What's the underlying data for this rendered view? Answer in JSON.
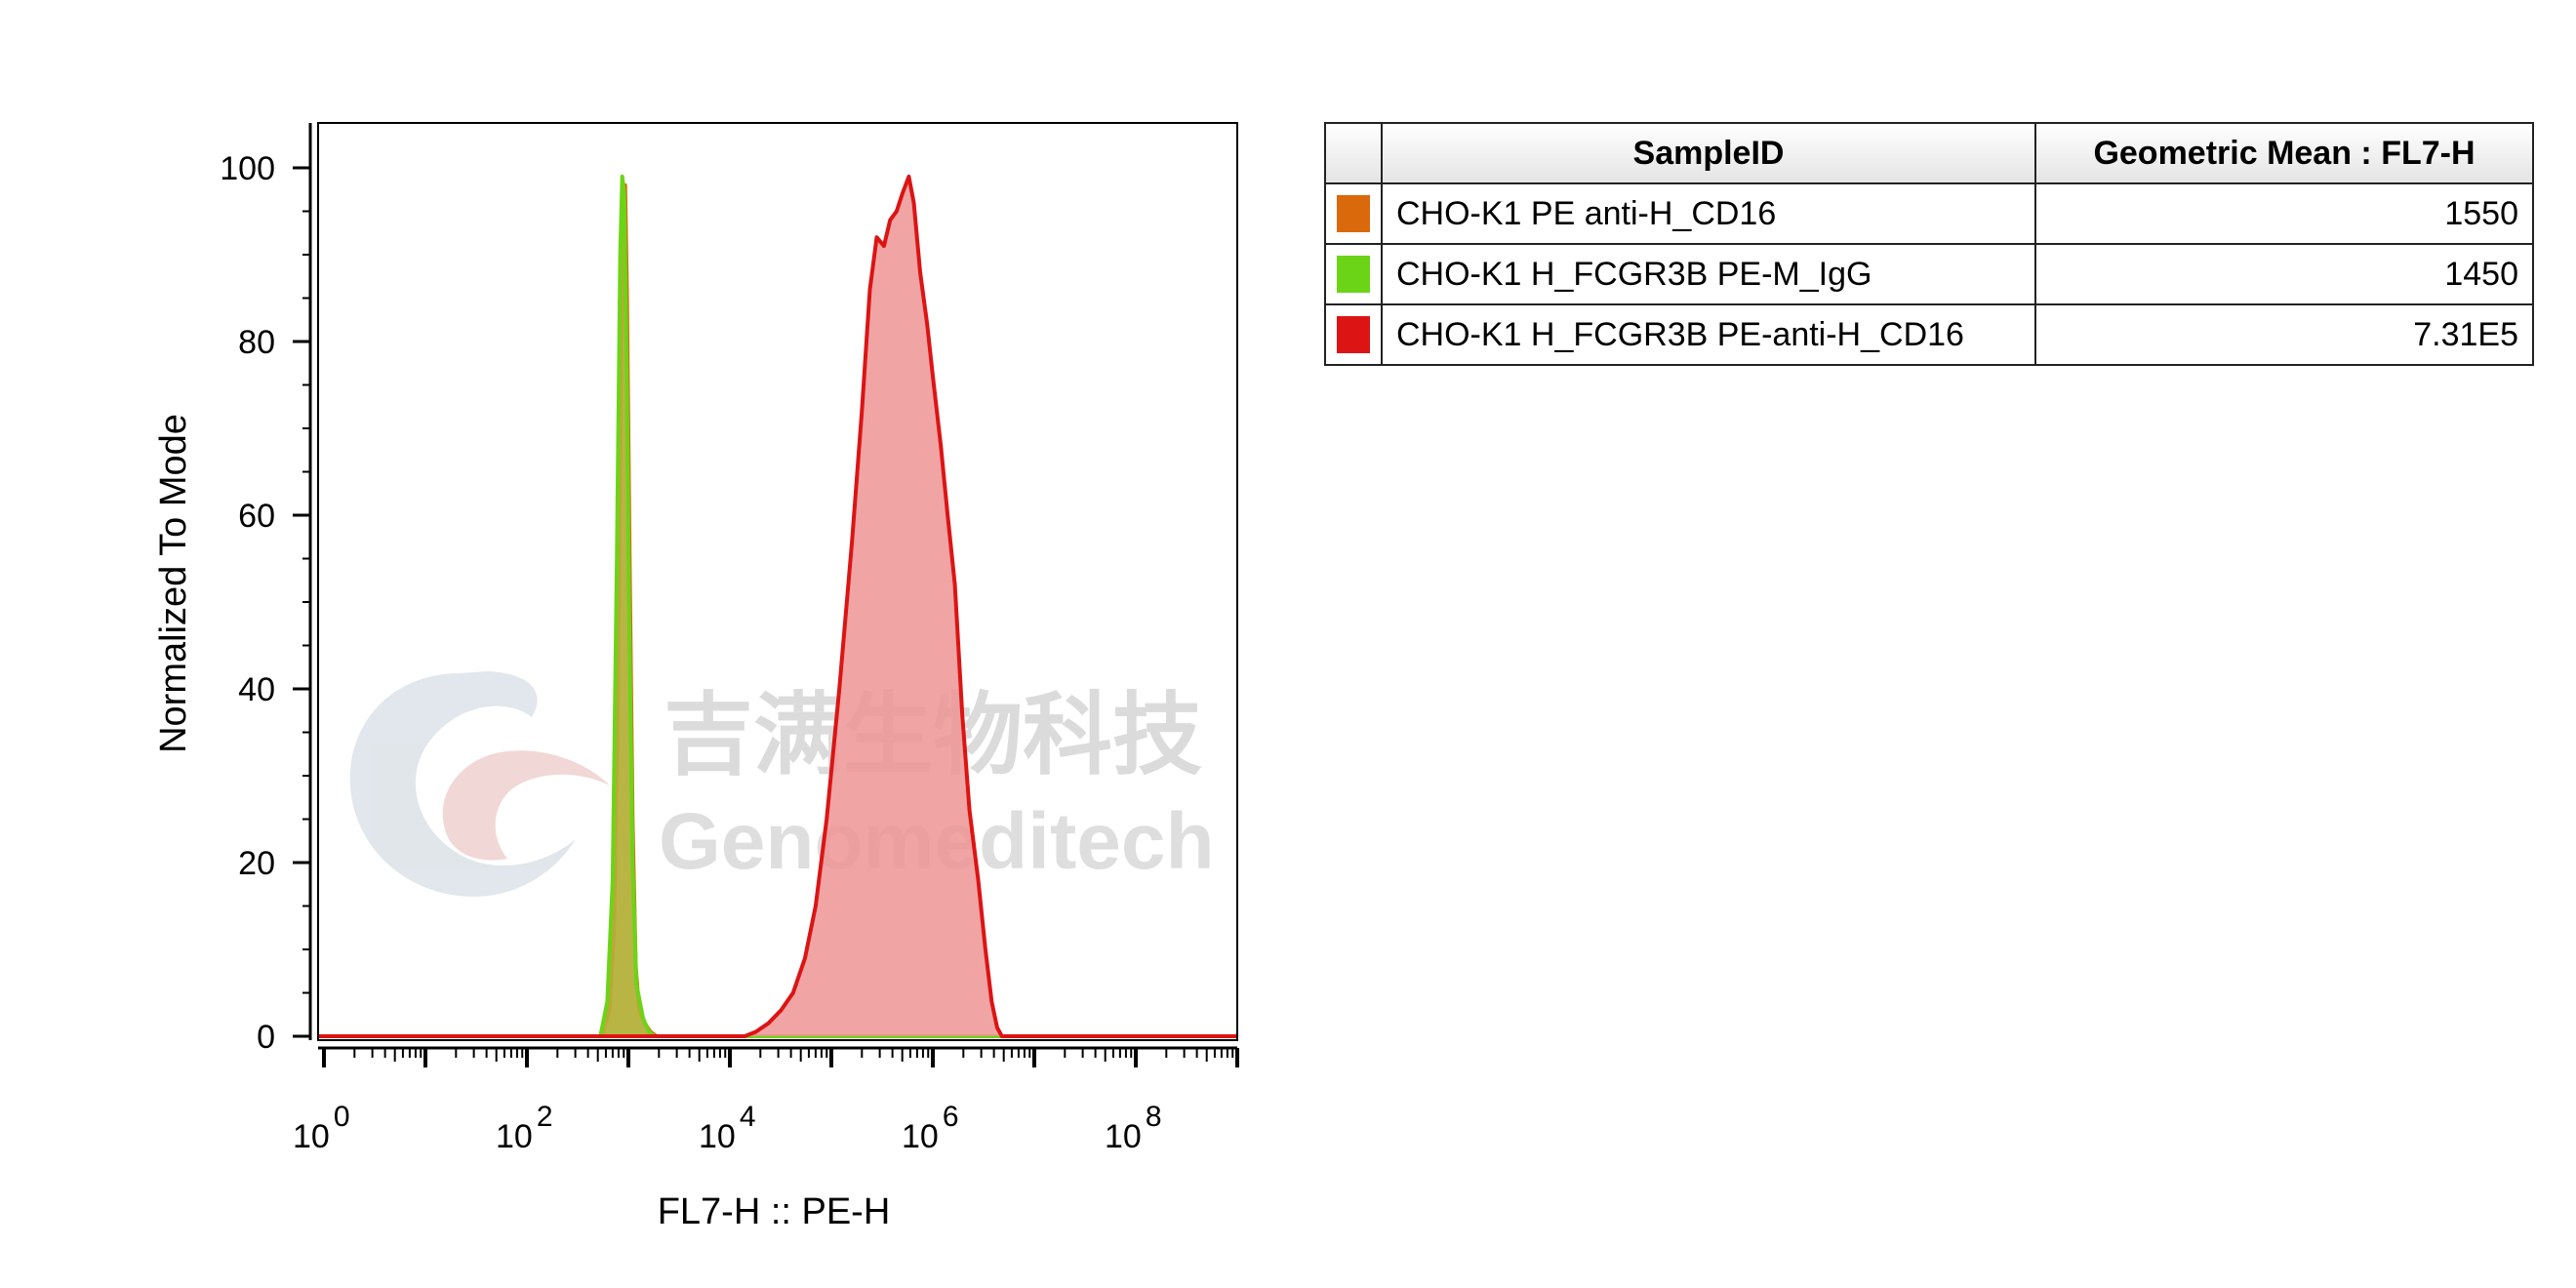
{
  "chart_data": {
    "type": "area",
    "xlabel": "FL7-H :: PE-H",
    "ylabel": "Normalized To Mode",
    "x_scale": "log",
    "xlim": [
      0.5,
      1000000000
    ],
    "ylim": [
      0,
      105
    ],
    "x_ticks": [
      {
        "value": 1,
        "base": "10",
        "exp": "0"
      },
      {
        "value": 100,
        "base": "10",
        "exp": "2"
      },
      {
        "value": 10000,
        "base": "10",
        "exp": "4"
      },
      {
        "value": 1000000,
        "base": "10",
        "exp": "6"
      },
      {
        "value": 100000000,
        "base": "10",
        "exp": "8"
      }
    ],
    "y_ticks": [
      0,
      20,
      40,
      60,
      80,
      100
    ],
    "grid": false,
    "series": [
      {
        "color": "#d9690b",
        "fill": "#c8b04a",
        "points": [
          [
            0.5,
            0
          ],
          [
            550,
            0
          ],
          [
            650,
            3
          ],
          [
            720,
            12
          ],
          [
            790,
            40
          ],
          [
            850,
            80
          ],
          [
            890,
            97
          ],
          [
            930,
            98
          ],
          [
            970,
            85
          ],
          [
            1030,
            55
          ],
          [
            1100,
            25
          ],
          [
            1180,
            8
          ],
          [
            1280,
            3
          ],
          [
            1450,
            1.5
          ],
          [
            1650,
            0.5
          ],
          [
            1900,
            0
          ],
          [
            1000000000,
            0
          ]
        ]
      },
      {
        "color": "#6cd417",
        "fill": "#b4b440",
        "points": [
          [
            0.5,
            0
          ],
          [
            530,
            0
          ],
          [
            620,
            4
          ],
          [
            700,
            18
          ],
          [
            770,
            55
          ],
          [
            830,
            90
          ],
          [
            870,
            99
          ],
          [
            910,
            97
          ],
          [
            960,
            78
          ],
          [
            1020,
            48
          ],
          [
            1100,
            20
          ],
          [
            1200,
            6
          ],
          [
            1400,
            2
          ],
          [
            1600,
            0.5
          ],
          [
            1800,
            0
          ],
          [
            1000000000,
            0
          ]
        ]
      },
      {
        "color": "#dc1414",
        "fill": "#ef9494",
        "points": [
          [
            0.5,
            0
          ],
          [
            14000,
            0
          ],
          [
            18000,
            0.5
          ],
          [
            24000,
            1.5
          ],
          [
            32000,
            3
          ],
          [
            42000,
            5
          ],
          [
            55000,
            9
          ],
          [
            70000,
            15
          ],
          [
            90000,
            25
          ],
          [
            120000,
            40
          ],
          [
            160000,
            57
          ],
          [
            200000,
            72
          ],
          [
            240000,
            86
          ],
          [
            280000,
            92
          ],
          [
            330000,
            91
          ],
          [
            380000,
            94
          ],
          [
            440000,
            95
          ],
          [
            500000,
            97
          ],
          [
            580000,
            99
          ],
          [
            650000,
            96
          ],
          [
            750000,
            88
          ],
          [
            880000,
            82
          ],
          [
            1000000,
            76
          ],
          [
            1200000,
            68
          ],
          [
            1400000,
            60
          ],
          [
            1650000,
            52
          ],
          [
            1950000,
            37
          ],
          [
            2300000,
            26
          ],
          [
            2800000,
            18
          ],
          [
            3300000,
            10
          ],
          [
            3800000,
            4
          ],
          [
            4300000,
            1
          ],
          [
            4800000,
            0
          ],
          [
            1000000000,
            0
          ]
        ]
      }
    ]
  },
  "table": {
    "headers": [
      "SampleID",
      "Geometric Mean : FL7-H"
    ],
    "rows": [
      {
        "color": "#d9690b",
        "sample": "CHO-K1 PE anti-H_CD16",
        "value": "1550"
      },
      {
        "color": "#6cd417",
        "sample": "CHO-K1 H_FCGR3B PE-M_IgG",
        "value": "1450"
      },
      {
        "color": "#dc1414",
        "sample": "CHO-K1 H_FCGR3B PE-anti-H_CD16",
        "value": "7.31E5"
      }
    ]
  },
  "watermark": {
    "cn_text": "吉满生物科技",
    "en_text": "Genomeditech"
  }
}
